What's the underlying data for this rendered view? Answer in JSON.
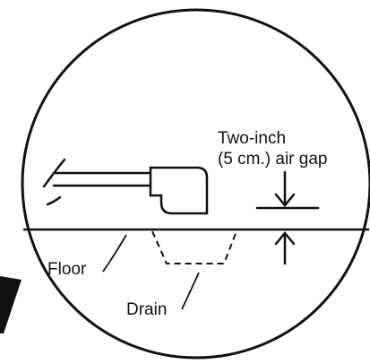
{
  "labels": {
    "gap_line1": "Two-inch",
    "gap_line2": "(5 cm.) air gap",
    "floor": "Floor",
    "drain": "Drain"
  },
  "colors": {
    "ink": "#111111",
    "background": "#ffffff"
  }
}
